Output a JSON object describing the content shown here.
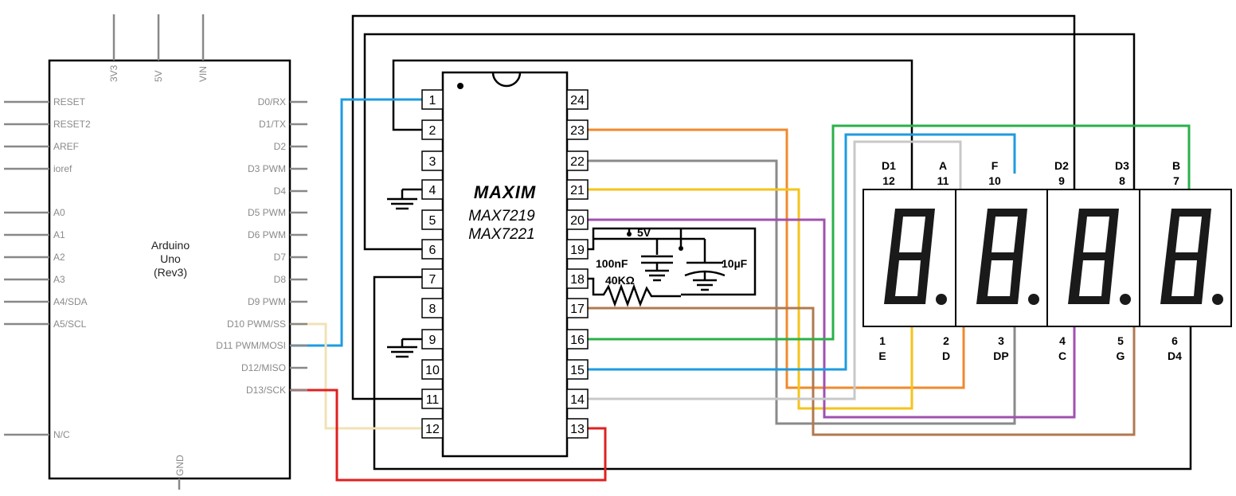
{
  "arduino": {
    "name_line1": "Arduino",
    "name_line2": "Uno",
    "name_line3": "(Rev3)",
    "top_pins": [
      "3V3",
      "5V",
      "VIN"
    ],
    "bottom_pin": "GND",
    "left_pins": [
      "RESET",
      "RESET2",
      "AREF",
      "ioref",
      "A0",
      "A1",
      "A2",
      "A3",
      "A4/SDA",
      "A5/SCL",
      "N/C"
    ],
    "right_pins": [
      "D0/RX",
      "D1/TX",
      "D2",
      "D3 PWM",
      "D4",
      "D5 PWM",
      "D6 PWM",
      "D7",
      "D8",
      "D9 PWM",
      "D10 PWM/SS",
      "D11 PWM/MOSI",
      "D12/MISO",
      "D13/SCK"
    ]
  },
  "ic": {
    "logo": "MAXIM",
    "part1": "MAX7219",
    "part2": "MAX7221",
    "left_pins": [
      "1",
      "2",
      "3",
      "4",
      "5",
      "6",
      "7",
      "8",
      "9",
      "10",
      "11",
      "12"
    ],
    "right_pins": [
      "24",
      "23",
      "22",
      "21",
      "20",
      "19",
      "18",
      "17",
      "16",
      "15",
      "14",
      "13"
    ]
  },
  "passives": {
    "supply": "5V",
    "cap_small": "100nF",
    "cap_big": "10µF",
    "resistor": "40KΩ"
  },
  "display": {
    "top_labels": [
      {
        "name": "D1",
        "pin": "12"
      },
      {
        "name": "A",
        "pin": "11"
      },
      {
        "name": "F",
        "pin": "10"
      },
      {
        "name": "D2",
        "pin": "9"
      },
      {
        "name": "D3",
        "pin": "8"
      },
      {
        "name": "B",
        "pin": "7"
      }
    ],
    "bottom_labels": [
      {
        "pin": "1",
        "name": "E"
      },
      {
        "pin": "2",
        "name": "D"
      },
      {
        "pin": "3",
        "name": "DP"
      },
      {
        "pin": "4",
        "name": "C"
      },
      {
        "pin": "5",
        "name": "G"
      },
      {
        "pin": "6",
        "name": "D4"
      }
    ],
    "digits": [
      "8.",
      "8.",
      "8.",
      "8."
    ]
  },
  "colors": {
    "blue": "#1e9be0",
    "orange": "#ef8a2e",
    "grey": "#8a8a8a",
    "yellow": "#f6c31b",
    "purple": "#a050b0",
    "brown": "#b07a50",
    "green": "#2bb04a",
    "lightgrey": "#c8c8c8",
    "cream": "#f1e2b5",
    "red": "#e02020",
    "black": "#000000"
  }
}
